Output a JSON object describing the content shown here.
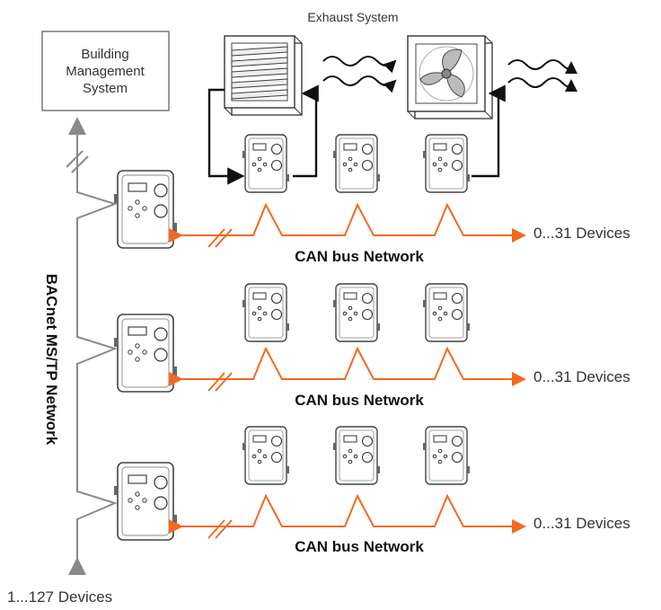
{
  "title": "Exhaust System",
  "bms_label": [
    "Building",
    "Management",
    "System"
  ],
  "bacnet_label": "BACnet MS/TP Network",
  "bacnet_devices_label": "1...127 Devices",
  "can_networks": [
    {
      "label": "CAN bus Network",
      "devices_label": "0...31 Devices"
    },
    {
      "label": "CAN bus Network",
      "devices_label": "0...31 Devices"
    },
    {
      "label": "CAN bus Network",
      "devices_label": "0...31 Devices"
    }
  ],
  "colors": {
    "can_bus": "#f06a22",
    "bacnet": "#8a8a8a",
    "line": "#111111",
    "outline": "#555555"
  },
  "icons": {
    "damper": "damper-icon",
    "fan": "fan-icon",
    "airflow": "airflow-icon",
    "controller": "controller-icon"
  }
}
